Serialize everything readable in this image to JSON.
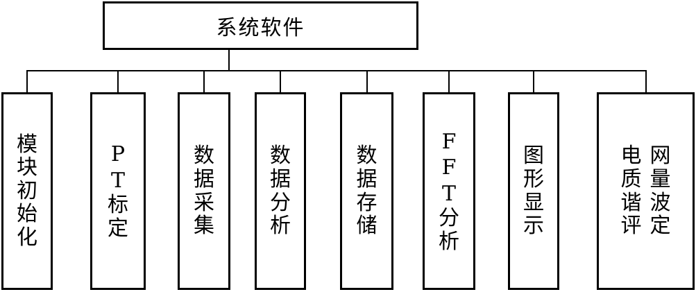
{
  "root": {
    "label": "系统软件"
  },
  "children": [
    {
      "id": "module-init",
      "lines": [
        "模块初始化"
      ]
    },
    {
      "id": "pt-calibration",
      "lines": [
        "PT标定"
      ]
    },
    {
      "id": "data-acquisition",
      "lines": [
        "数据采集"
      ]
    },
    {
      "id": "data-analysis",
      "lines": [
        "数据分析"
      ]
    },
    {
      "id": "data-storage",
      "lines": [
        "数据存储"
      ]
    },
    {
      "id": "fft-analysis",
      "lines": [
        "FFT分析"
      ]
    },
    {
      "id": "graph-display",
      "lines": [
        "图形显示"
      ]
    },
    {
      "id": "power-quality-eval",
      "lines": [
        "网量波定",
        "电质谐评"
      ]
    }
  ]
}
